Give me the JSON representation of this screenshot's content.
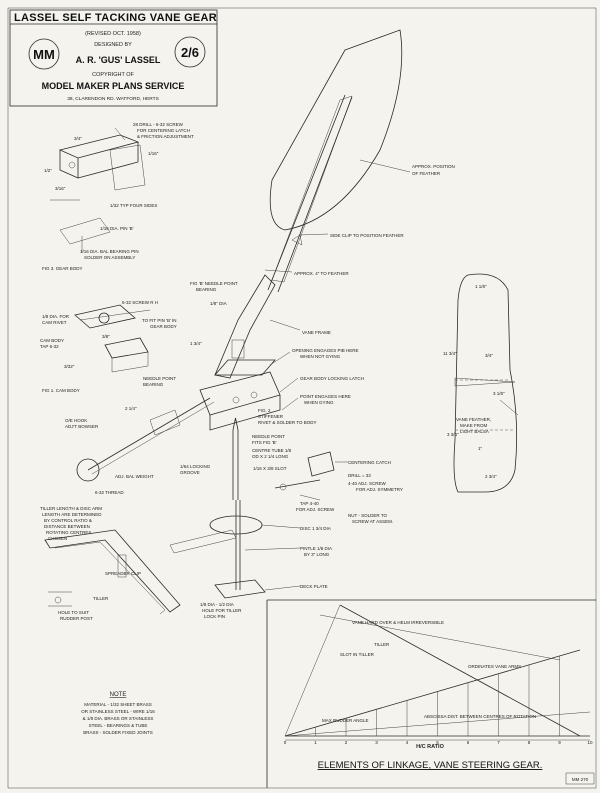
{
  "title_block": {
    "title": "LASSEL SELF TACKING VANE GEAR",
    "revised": "(REVISED OCT. 1958)",
    "designed_by_label": "DESIGNED BY",
    "designer": "A. R. 'GUS' LASSEL",
    "copyright_label": "COPYRIGHT OF",
    "publisher": "MODEL MAKER PLANS SERVICE",
    "address": "38, CLARENDON RD. WATFORD, HERTS",
    "logo": "MM",
    "price": "2/6"
  },
  "corner_code": "MM 270",
  "labels": {
    "drill_screw": "28 DRILL - 6-32 SCREW",
    "drill_screw_2": "FOR CENTERING LATCH",
    "drill_screw_3": "& FRICTION ADJUSTMENT",
    "typ_four_sides": "1/32 TYP FOUR SIDES",
    "pin_b": "1/16 DIA. PIN 'B'",
    "bal_bearing_pin": "1/16 DIA. BAL BEARING PIN",
    "solder_on_assembly": "SOLDER ON ASSEMBLY",
    "fig3": "FIG 3. GEAR BODY",
    "fig_b_needle": "FIG 'B' NEEDLE POINT",
    "bearing": "BEARING",
    "screw_rh": "6-32 SCREW R H",
    "dia_for_cam_rivet": "1/8 DIA. FOR",
    "cam_rivet": "CAM RIVET",
    "to_fit_pin": "TO FIT PIN 'B' IN",
    "gear_body": "GEAR BODY",
    "cam_body_tap": "CAM BODY",
    "tap_632": "TAP 6-32",
    "fig1": "FIG 1. CAM BODY",
    "needle_point_bearing": "NEEDLE POINT",
    "needle_bearing_2": "BEARING",
    "hook_1": "O/E HOOK",
    "hook_2": "ADJ'T BOWSER",
    "adj_bal_weight": "ADJ. BAL WEIGHT",
    "thread": "6-32 THREAD",
    "approx_feather_1": "APPROX. POSITION",
    "approx_feather_2": "OF FEATHER",
    "side_clip": "SIDE CLIP TO POSITION FEATHER",
    "approx_4": "APPROX. 4\" TO FEATHER",
    "vane_frame": "VANE FRAME",
    "opening_1": "OPENING ENGAGES PIB HERE",
    "opening_2": "WHEN NOT GYING",
    "gear_body_latch": "GEAR BODY LOCKING LATCH",
    "point_engages_1": "POINT ENGAGES HERE",
    "point_engages_2": "WHEN GYING",
    "fig2": "FIG. 2",
    "stiffener_1": "STIFFENER",
    "stiffener_2": "RIVET & SOLDER TO BODY",
    "needle_point_1": "NEEDLE POINT",
    "needle_point_2": "FITS FIG 'B'",
    "centre_tube_1": "CENTRE TUBE 1/8",
    "centre_tube_2": "OD X 2 1/4 LONG",
    "locking_groove_1": "1/64 LOCKING",
    "locking_groove_2": "GROOVE",
    "slot": "1/16 X 3/8 SLOT",
    "centering_catch": "CENTERING CATCH",
    "drill_33": "DRILL = 33",
    "adj_screw_1": "4-40 ADJ. SCREW",
    "adj_screw_2": "FOR ADJ. SYMMETRY",
    "tap_440_1": "TAP 4-40",
    "tap_440_2": "FOR ADJ. SCREW",
    "nut_solder_1": "NUT - SOLDER TO",
    "nut_solder_2": "SCREW AT ASSEM.",
    "tiller_note_1": "TILLER LENGTH & DISC ARM",
    "tiller_note_2": "LENGTH ARE DETERMINED",
    "tiller_note_3": "BY CONTROL RATIO &",
    "tiller_note_4": "DISTANCE BETWEEN",
    "tiller_note_5": "ROTATING CENTRES",
    "tiller_note_6": "CHOSEN",
    "spreader_clip": "SPREADER CLIP",
    "tiller": "TILLER",
    "hole_suit_1": "HOLE TO SUIT",
    "hole_suit_2": "RUDDER POST",
    "disc": "DISC 1 3/4 DIA",
    "pintle_1": "PINTLE 1/8 DIA",
    "pintle_2": "BY 3\" LONG",
    "deck_plate": "DECK PLATE",
    "hole_tiller_1": "1/8 DIA - 1/2 DIA",
    "hole_tiller_2": "HOLE FOR TILLER",
    "hole_tiller_3": "LOCK PIN",
    "vane_feather_1": "VANE FEATHER,",
    "vane_feather_2": "MAKE FROM",
    "vane_feather_3": "LIGHT BALSA"
  },
  "note": {
    "heading": "NOTE",
    "lines": [
      "MATERIAL - 1/32 SHEET BRASS",
      "OR STAINLESS STEEL - WIRE 1/16",
      "& 1/8 DIA. BRASS OR STAINLESS",
      "STEEL - BEARINGS & TUBE",
      "BRASS - SOLDER FIXED JOINTS"
    ]
  },
  "linkage": {
    "title": "ELEMENTS OF LINKAGE, VANE STEERING GEAR.",
    "x_label": "H/C RATIO",
    "ticks": [
      "0",
      "1",
      "2",
      "3",
      "4",
      "5",
      "6",
      "7",
      "8",
      "9",
      "10"
    ],
    "labels": {
      "vane_hard_over": "VANE HARD OVER & HELM IRREVERSIBLE",
      "tiller": "TILLER",
      "slot_in_tiller": "SLOT IN TILLER",
      "ordinates": "ORDINATES VANE ARMS",
      "max_rudder": "MAX RUDDER ANGLE",
      "abscissa": "ABSCISSA DIST. BETWEEN CENTRES OF ROTATION"
    }
  }
}
